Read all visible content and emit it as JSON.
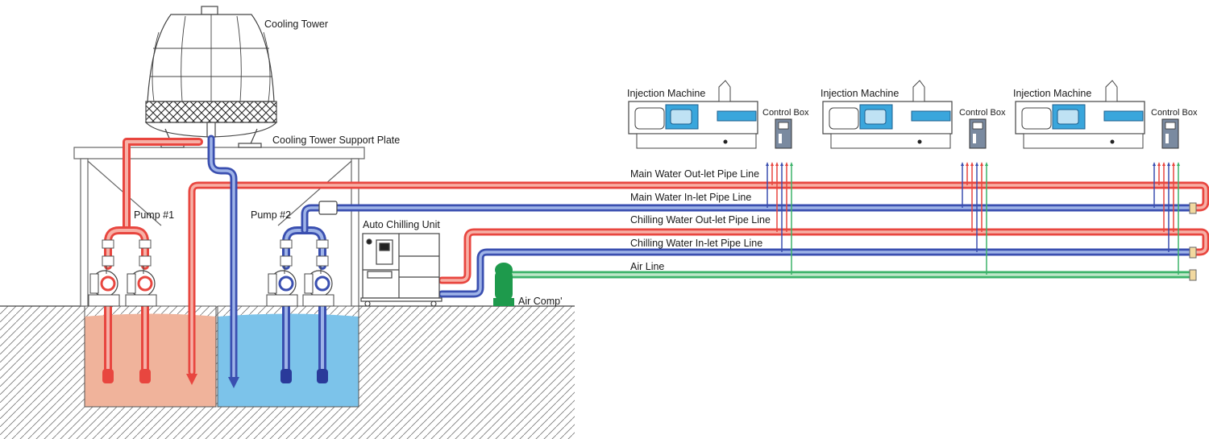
{
  "labels": {
    "cooling_tower": "Cooling Tower",
    "support_plate": "Cooling Tower Support Plate",
    "pump1": "Pump #1",
    "pump2": "Pump #2",
    "auto_chilling_unit": "Auto Chilling Unit",
    "air_comp": "Air Comp'",
    "machine1": "Injection Machine",
    "machine2": "Injection Machine",
    "machine3": "Injection Machine",
    "control_box1": "Control Box",
    "control_box2": "Control Box",
    "control_box3": "Control Box"
  },
  "pipe_lines": {
    "main_out": "Main Water Out-let Pipe Line",
    "main_in": "Main Water In-let Pipe Line",
    "chill_out": "Chilling Water Out-let Pipe Line",
    "chill_in": "Chilling Water In-let Pipe Line",
    "air": "Air Line"
  },
  "colors": {
    "hot_pipe": "#e8463f",
    "hot_pipe_light": "#f7b0a6",
    "cold_pipe": "#3a4fb0",
    "cold_pipe_light": "#9fb4e8",
    "air_pipe": "#3db36a",
    "air_pipe_light": "#bfe8c9",
    "hot_tank": "#f0b39b",
    "cold_tank": "#7cc3ea",
    "machine_blue": "#3aa6dc",
    "air_comp_green": "#1e9a4c"
  }
}
